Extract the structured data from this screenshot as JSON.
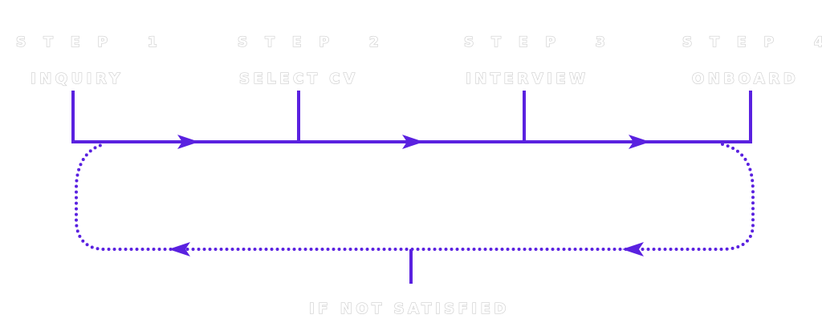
{
  "steps": [
    {
      "number": "STEP 1",
      "name": "INQUIRY"
    },
    {
      "number": "STEP 2",
      "name": "SELECT CV"
    },
    {
      "number": "STEP 3",
      "name": "INTERVIEW"
    },
    {
      "number": "STEP 4",
      "name": "ONBOARD"
    }
  ],
  "loop_label": "IF NOT SATISFIED",
  "colors": {
    "line": "#5a21e0",
    "label_fill": "#ffffff",
    "label_outline": "#cfcfcf"
  }
}
